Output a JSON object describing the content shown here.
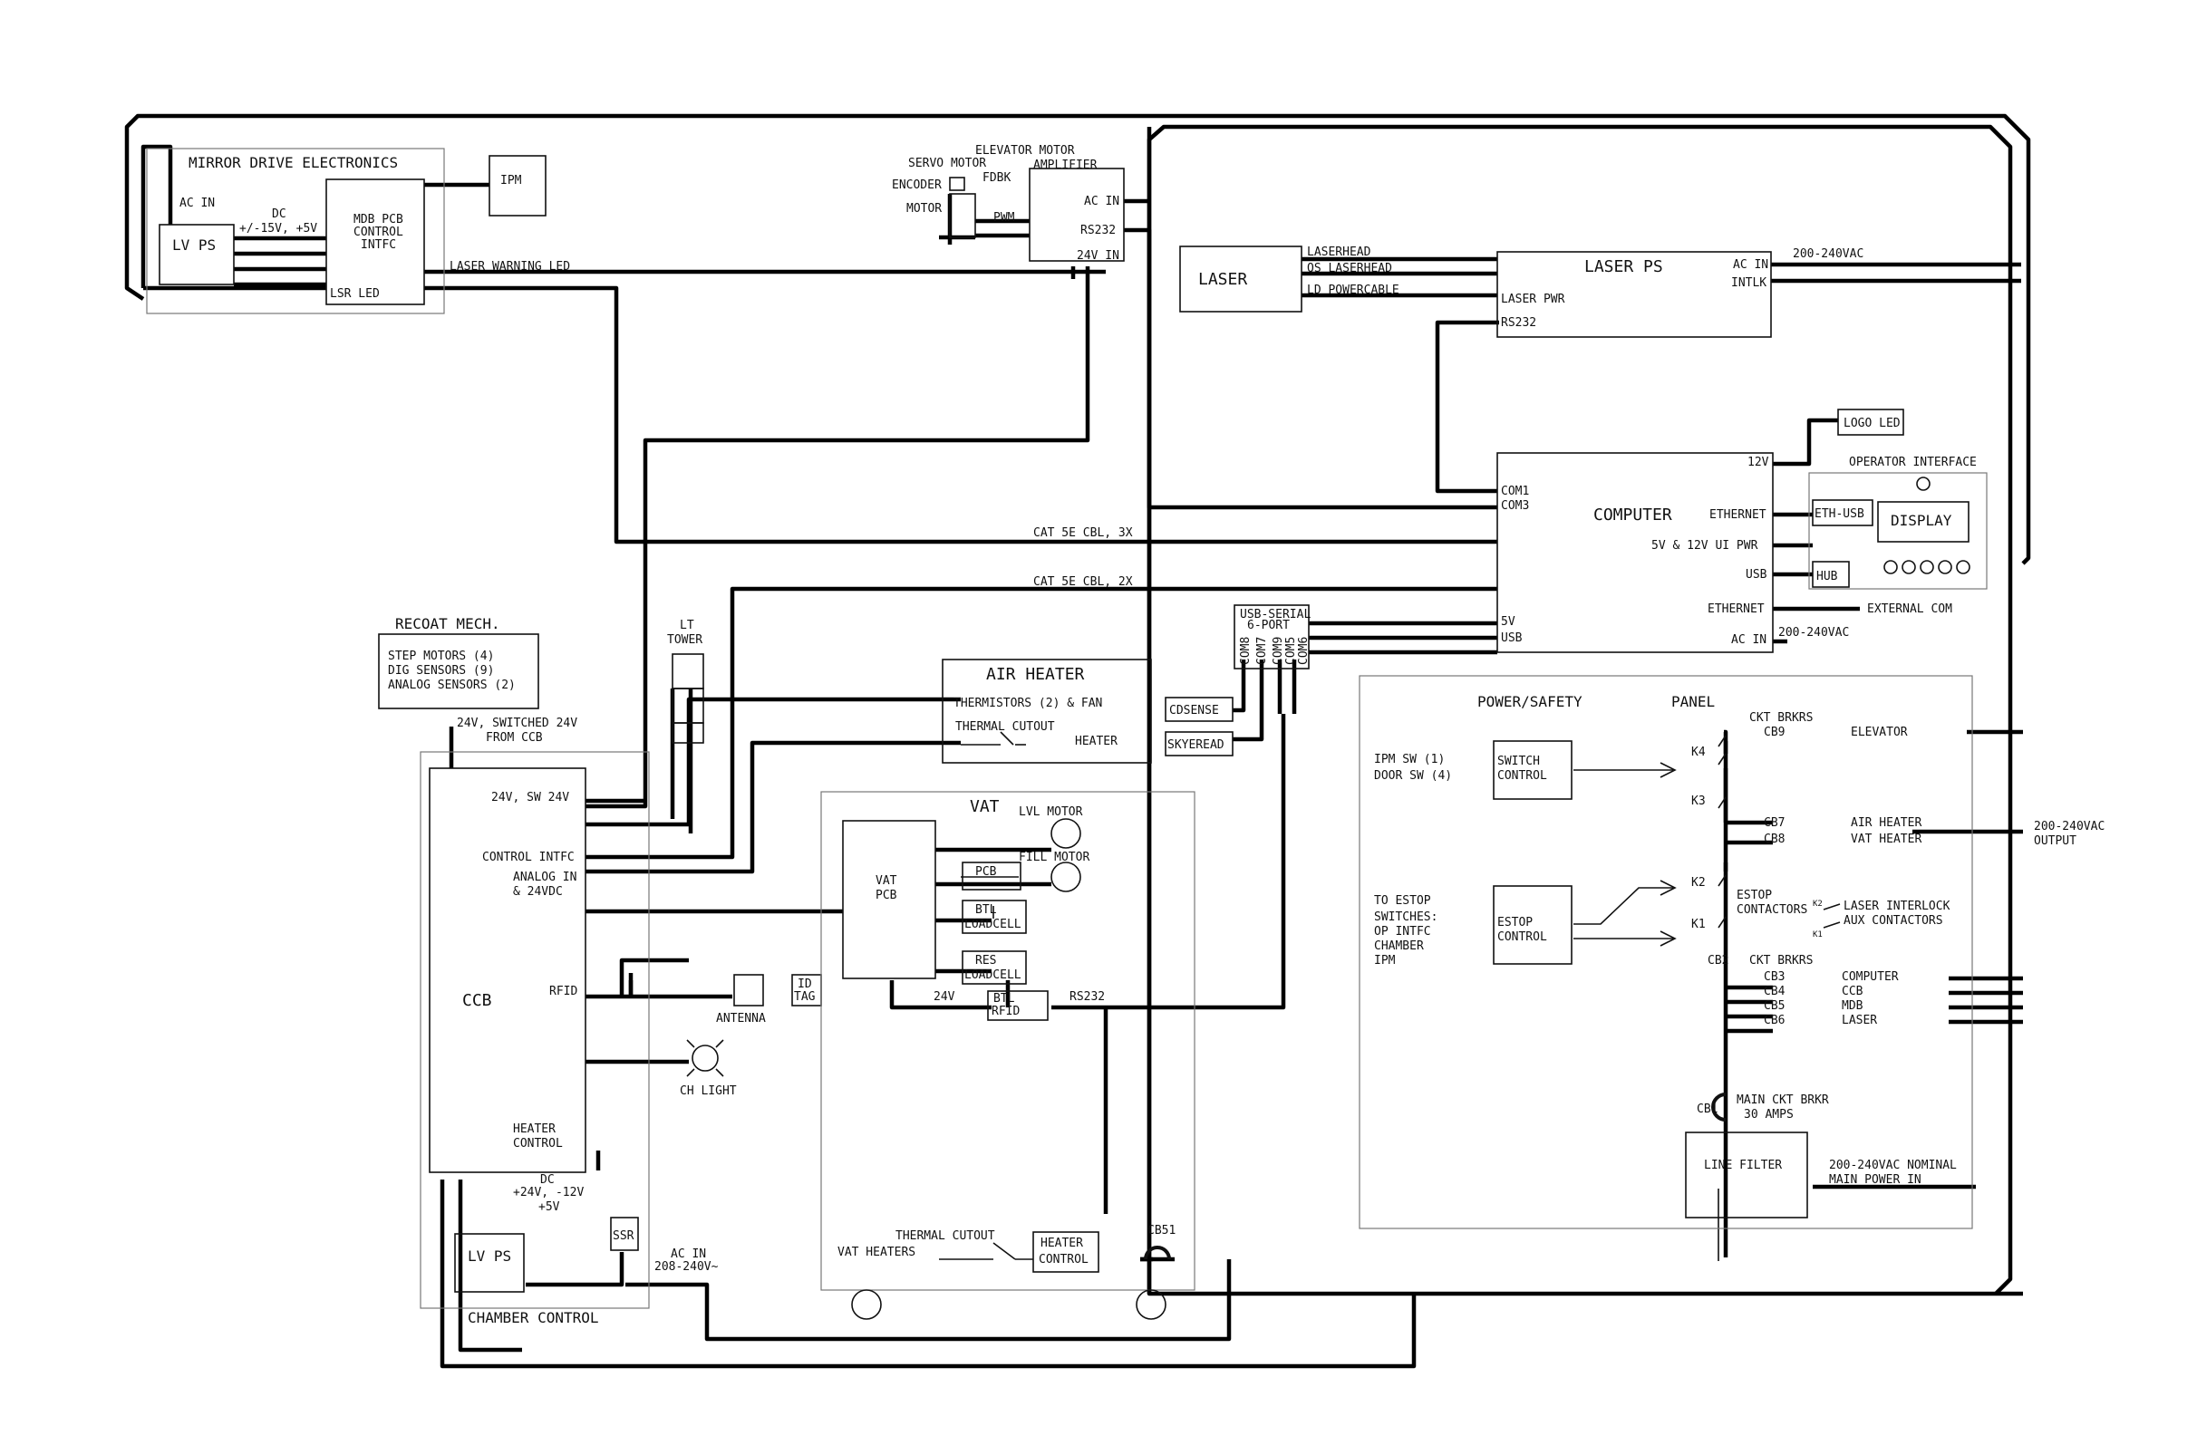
{
  "mde": {
    "title": "MIRROR DRIVE ELECTRONICS",
    "ac_in": "AC IN",
    "dc": "DC",
    "dc_v": "+/-15V, +5V",
    "lv_ps": "LV PS",
    "mdb1": "MDB PCB",
    "mdb2": "CONTROL",
    "mdb3": "INTFC",
    "lsr_led": "LSR LED",
    "ipm": "IPM",
    "laser_warning": "LASER WARNING LED"
  },
  "elev": {
    "servo": "SERVO MOTOR",
    "encoder": "ENCODER",
    "motor": "MOTOR",
    "fdbk": "FDBK",
    "pwm": "PWM",
    "amp1": "ELEVATOR MOTOR",
    "amp2": "AMPLIFIER",
    "ac_in": "AC IN",
    "rs232": "RS232",
    "v24_in": "24V IN"
  },
  "laser": {
    "label": "LASER",
    "laserhead": "LASERHEAD",
    "qs": "QS LASERHEAD",
    "ld": "LD POWERCABLE"
  },
  "laser_ps": {
    "title": "LASER PS",
    "ac_in": "AC IN",
    "intlk": "INTLK",
    "laser_pwr": "LASER PWR",
    "rs232": "RS232",
    "vac": "200-240VAC"
  },
  "computer": {
    "title": "COMPUTER",
    "com1": "COM1",
    "com3": "COM3",
    "v12": "12V",
    "ethernet": "ETHERNET",
    "ui_pwr": "5V & 12V UI PWR",
    "usb": "USB",
    "ethernet2": "ETHERNET",
    "ac_in": "AC IN",
    "v5": "5V",
    "usb2": "USB",
    "logo_led": "LOGO LED",
    "op_intf": "OPERATOR INTERFACE",
    "eth_usb": "ETH-USB",
    "display": "DISPLAY",
    "hub": "HUB",
    "ext_com": "EXTERNAL COM",
    "vac": "200-240VAC"
  },
  "cables": {
    "cat3": "CAT 5E CBL, 3X",
    "cat2": "CAT 5E CBL, 2X"
  },
  "usb_serial": {
    "l1": "USB-SERIAL",
    "l2": "6-PORT",
    "com8": "COM8",
    "com7": "COM7",
    "com9": "COM9",
    "com5": "COM5",
    "com6": "COM6"
  },
  "recoat": {
    "title": "RECOAT MECH.",
    "l1": "STEP MOTORS (4)",
    "l2": "DIG SENSORS (9)",
    "l3": "ANALOG SENSORS (2)",
    "sw1": "24V, SWITCHED 24V",
    "sw2": "FROM CCB"
  },
  "lt_tower": {
    "l1": "LT",
    "l2": "TOWER"
  },
  "air_heater": {
    "title": "AIR HEATER",
    "therm": "THERMISTORS (2) & FAN",
    "cutout": "THERMAL CUTOUT",
    "heater": "HEATER"
  },
  "sensors": {
    "cdsense": "CDSENSE",
    "skyeread": "SKYEREAD"
  },
  "ccb": {
    "title": "CCB",
    "v24": "24V, SW 24V",
    "ctrl": "CONTROL INTFC",
    "an1": "ANALOG IN",
    "an2": "& 24VDC",
    "rfid": "RFID",
    "heat1": "HEATER",
    "heat2": "CONTROL",
    "dc": "DC",
    "dc1": "+24V, -12V",
    "dc2": "+5V",
    "lv_ps": "LV PS",
    "ssr": "SSR",
    "ac1": "AC IN",
    "ac2": "208-240V~",
    "antenna": "ANTENNA",
    "ch_light": "CH LIGHT",
    "chamber": "CHAMBER CONTROL"
  },
  "vat": {
    "title": "VAT",
    "lvl_motor": "LVL MOTOR",
    "fill_motor": "FILL MOTOR",
    "pcb1": "VAT",
    "pcb2": "PCB",
    "pcb": "PCB",
    "btl1": "BTL",
    "btl2": "LOADCELL",
    "res1": "RES",
    "res2": "LOADCELL",
    "v24": "24V",
    "btlrfid1": "BTL",
    "btlrfid2": "RFID",
    "rs232": "RS232",
    "id1": "ID",
    "id2": "TAG",
    "cutout": "THERMAL CUTOUT",
    "vat_heaters": "VAT HEATERS",
    "hc1": "HEATER",
    "hc2": "CONTROL",
    "cb51": "CB51"
  },
  "power": {
    "title1": "POWER/SAFETY",
    "title2": "PANEL",
    "ipm_sw": "IPM SW (1)",
    "door_sw": "DOOR SW (4)",
    "sc1": "SWITCH",
    "sc2": "CONTROL",
    "estop_to": "TO ESTOP",
    "switches": "SWITCHES:",
    "op_intfc": "OP INTFC",
    "chamber": "CHAMBER",
    "ipm": "IPM",
    "ec1": "ESTOP",
    "ec2": "CONTROL",
    "k4": "K4",
    "k3": "K3",
    "k2": "K2",
    "k1": "K1",
    "ckt_brkrs": "CKT BRKRS",
    "cb9": "CB9",
    "elevator": "ELEVATOR",
    "cb7": "CB7",
    "cb8": "CB8",
    "air_heater": "AIR HEATER",
    "vat_heater": "VAT HEATER",
    "out1": "200-240VAC",
    "out2": "OUTPUT",
    "estop_c1": "ESTOP",
    "estop_c2": "CONTACTORS",
    "k2s": "K2",
    "k1s": "K1",
    "li1": "LASER INTERLOCK",
    "li2": "AUX CONTACTORS",
    "cb2": "CB2",
    "ckt_brkrs2": "CKT BRKRS",
    "cb3": "CB3",
    "cb4": "CB4",
    "cb5": "CB5",
    "cb6": "CB6",
    "computer": "COMPUTER",
    "ccb": "CCB",
    "mdb": "MDB",
    "laser": "LASER",
    "cb1": "CB1",
    "main1": "MAIN CKT BRKR",
    "main2": "30 AMPS",
    "line_filter": "LINE FILTER",
    "nom1": "200-240VAC NOMINAL",
    "nom2": "MAIN POWER IN"
  }
}
